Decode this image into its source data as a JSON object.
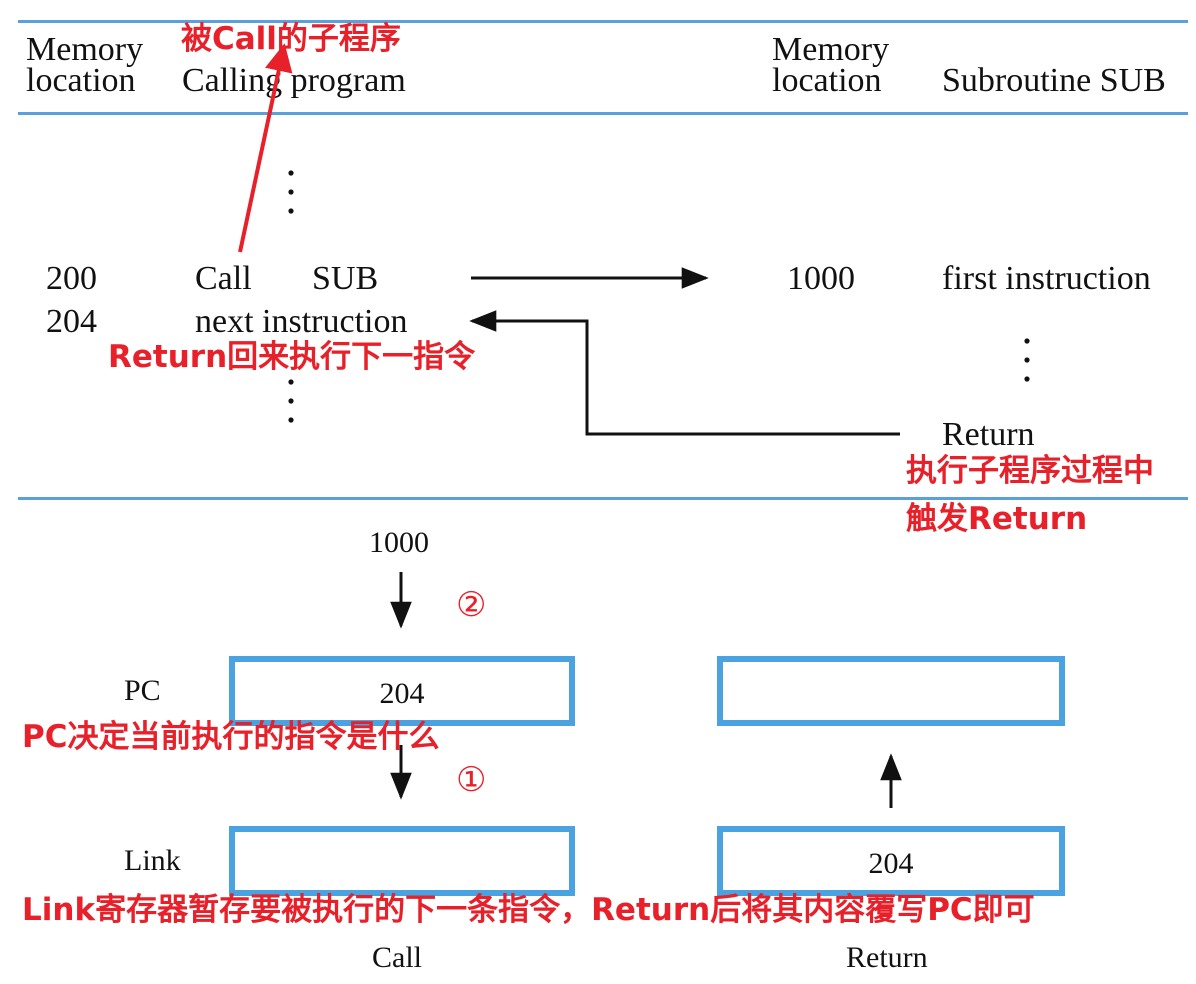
{
  "table": {
    "header_left_memory": "Memory",
    "header_left_location": "location",
    "header_calling": "Calling program",
    "header_right_memory": "Memory",
    "header_right_location": "location",
    "header_subroutine": "Subroutine SUB",
    "rows": [
      {
        "address": "200",
        "instruction": "Call",
        "operand": "SUB"
      },
      {
        "address": "204",
        "instruction": "next instruction"
      }
    ],
    "sub_address": "1000",
    "sub_first": "first instruction",
    "sub_return": "Return"
  },
  "registers": {
    "input_value": "1000",
    "pc_label": "PC",
    "pc_value": "204",
    "link_label": "Link",
    "link_value": "",
    "return_pc_value": "",
    "return_link_value": "204",
    "call_caption": "Call",
    "return_caption": "Return",
    "step_two": "②",
    "step_one": "①"
  },
  "annotations": {
    "called_sub": "被Call的子程序",
    "return_next": "Return回来执行下一指令",
    "sub_exec_line1": "执行子程序过程中",
    "sub_exec_line2": "触发Return",
    "pc_decides": "PC决定当前执行的指令是什么",
    "link_note": "Link寄存器暂存要被执行的下一条指令，Return后将其内容覆写PC即可"
  },
  "colors": {
    "rule": "#5aa0dc",
    "register_border": "#4aa3e0",
    "annotation": "#e8202a",
    "text": "#111111"
  }
}
